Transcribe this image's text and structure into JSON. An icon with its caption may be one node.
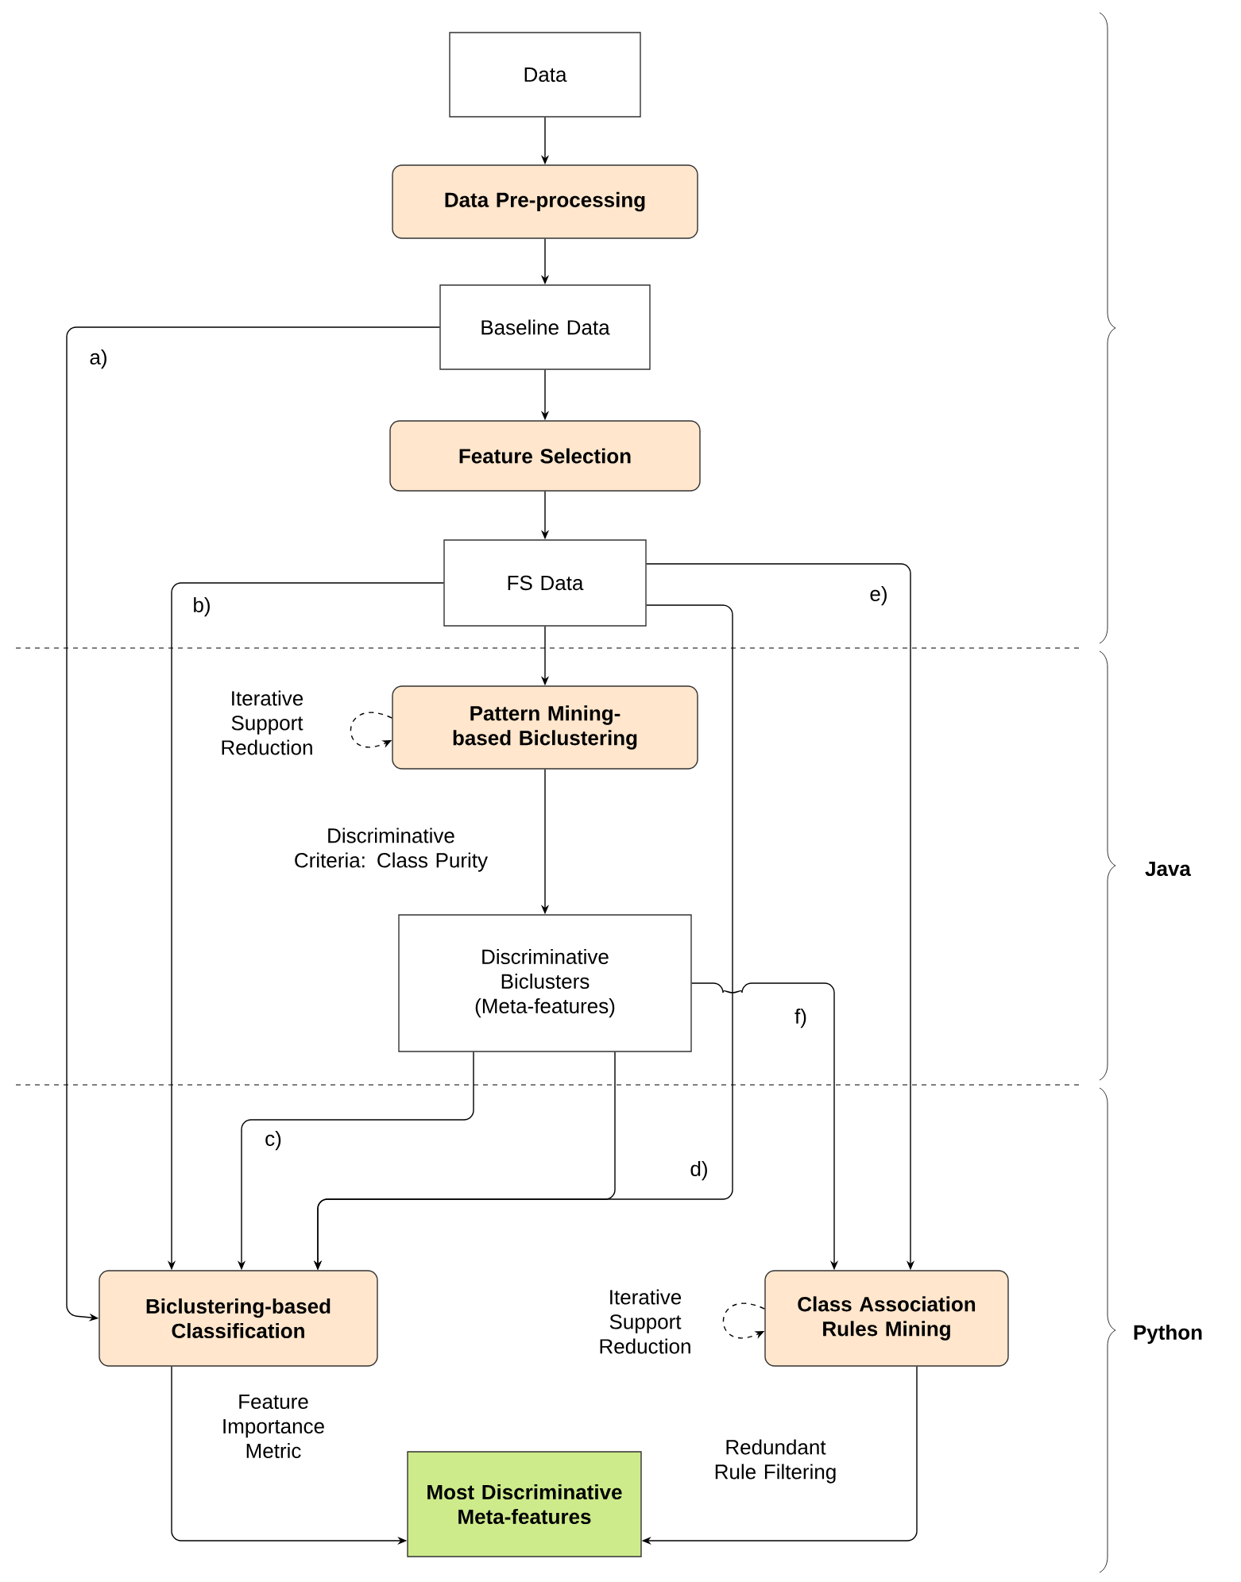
{
  "diagram": {
    "nodes": [
      {
        "text": [
          "Data"
        ]
      },
      {
        "text": [
          "Data Pre-processing"
        ]
      },
      {
        "text": [
          "Baseline Data"
        ]
      },
      {
        "text": [
          "Feature Selection"
        ]
      },
      {
        "text": [
          "FS Data"
        ]
      },
      {
        "text": [
          "Pattern Mining-based Biclustering"
        ]
      },
      {
        "text": [
          "Discriminative Biclusters (Meta-features)"
        ]
      },
      {
        "text": [
          "Biclustering-based Classification"
        ]
      },
      {
        "text": [
          "Class Association Rules Mining"
        ]
      },
      {
        "text": [
          "Most Discriminative Meta-features"
        ]
      }
    ],
    "edges": [
      {
        "from": 0,
        "to": 1,
        "arrow": "to"
      },
      {
        "from": 1,
        "to": 2,
        "arrow": "to"
      },
      {
        "from": 2,
        "to": 3,
        "arrow": "to"
      },
      {
        "from": 3,
        "to": 4,
        "arrow": "to"
      },
      {
        "from": 4,
        "to": 5,
        "arrow": "to"
      },
      {
        "from": 5,
        "to": 5,
        "arrow": "to",
        "style": "dashed",
        "label": "Iterative Support Reduction"
      },
      {
        "from": 5,
        "to": 6,
        "arrow": "to",
        "label": "Discriminative Criteria: Class Purity"
      },
      {
        "from": 2,
        "to": 7,
        "arrow": "to",
        "label": "a)"
      },
      {
        "from": 4,
        "to": 7,
        "arrow": "to",
        "label": "b)"
      },
      {
        "from": 4,
        "to": 8,
        "arrow": "to",
        "label": "e)"
      },
      {
        "from": 4,
        "to": 7,
        "arrow": "to",
        "label": "d)"
      },
      {
        "from": 6,
        "to": 7,
        "arrow": "to",
        "label": "c)"
      },
      {
        "from": 6,
        "to": 7,
        "arrow": "to"
      },
      {
        "from": 6,
        "to": 8,
        "arrow": "to",
        "label": "f)"
      },
      {
        "from": 8,
        "to": 8,
        "arrow": "to",
        "style": "dashed",
        "label": "Iterative Support Reduction"
      },
      {
        "from": 7,
        "to": 9,
        "arrow": "to",
        "label": "Feature Importance Metric"
      },
      {
        "from": 8,
        "to": 9,
        "arrow": "to",
        "label": "Redundant Rule Filtering"
      }
    ],
    "labels": [
      "Java",
      "Python"
    ]
  }
}
